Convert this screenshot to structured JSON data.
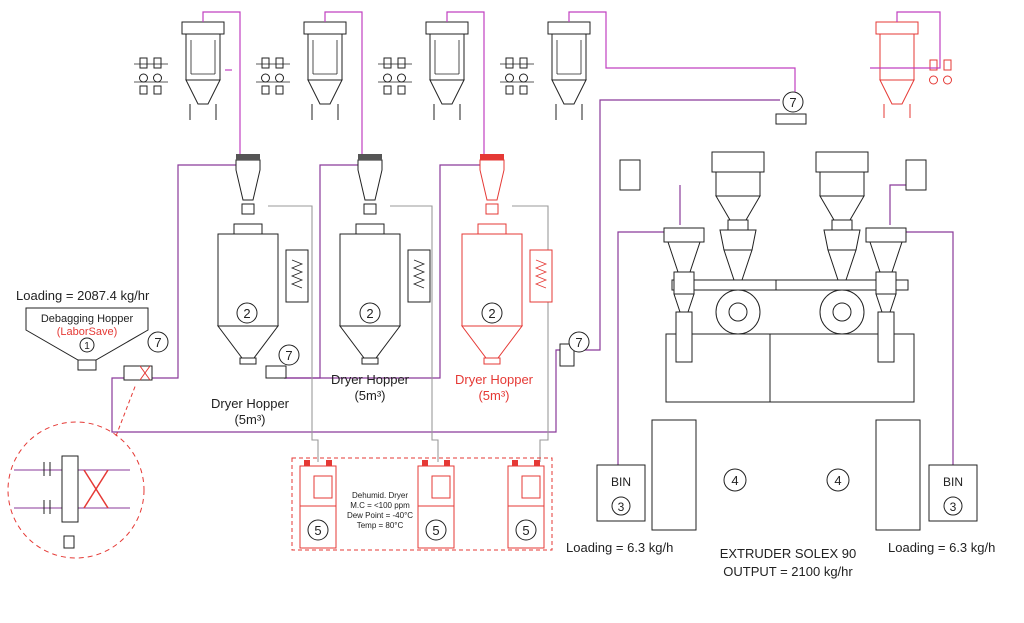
{
  "loading_main": "Loading = 2087.4 kg/hr",
  "debagging": {
    "title": "Debagging Hopper",
    "subtitle": "(LaborSave)",
    "tag": "1"
  },
  "dryer_hoppers": [
    {
      "label": "Dryer Hopper",
      "volume": "(5m³)",
      "tag": "2",
      "highlight": false
    },
    {
      "label": "Dryer Hopper",
      "volume": "(5m³)",
      "tag": "2",
      "highlight": false
    },
    {
      "label": "Dryer Hopper",
      "volume": "(5m³)",
      "tag": "2",
      "highlight": true
    }
  ],
  "dehumid": {
    "line1": "Dehumid. Dryer",
    "line2": "M.C = <100 ppm",
    "line3": "Dew Point = -40°C",
    "line4": "Temp = 80°C",
    "tag": "5"
  },
  "bins": [
    {
      "label": "BIN",
      "tag": "3",
      "loading": "Loading = 6.3 kg/h"
    },
    {
      "label": "BIN",
      "tag": "3",
      "loading": "Loading = 6.3 kg/h"
    }
  ],
  "extruder": {
    "name": "EXTRUDER SOLEX 90",
    "output": "OUTPUT = 2100 kg/hr",
    "tag": "4"
  },
  "valve_tag": "7",
  "colors": {
    "purple": "#8a3a9a",
    "magenta": "#c040c0",
    "red": "#e53935",
    "grey": "#9a9a9a"
  }
}
